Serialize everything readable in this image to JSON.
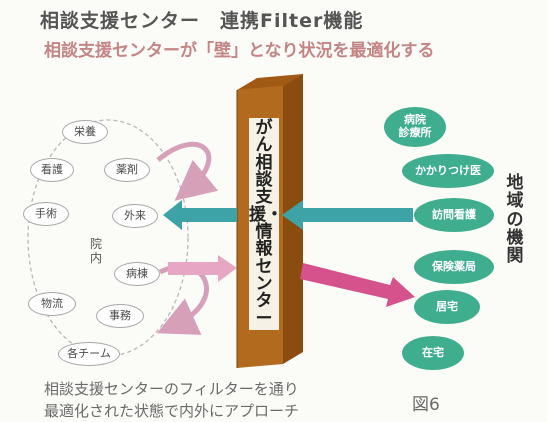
{
  "header": {
    "title": "相談支援センター　連携Filter機能",
    "subtitle": "相談支援センターが「壁」となり状況を最適化する"
  },
  "inside": {
    "label": "院内",
    "nodes": {
      "eiyo": "栄養",
      "kango": "看護",
      "yakuzai": "薬剤",
      "shujutsu": "手術",
      "gairai": "外来",
      "byoto": "病棟",
      "butsuryu": "物流",
      "jimu": "事務",
      "teams": "各チーム"
    }
  },
  "wall": {
    "label": "がん相談支援・情報センター"
  },
  "region": {
    "label": "地域の機関",
    "nodes": {
      "hospital": "病院\n診療所",
      "kakaritsuke": "かかりつけ医",
      "homon": "訪問看護",
      "hoken": "保険薬局",
      "home1": "居宅",
      "home2": "在宅"
    }
  },
  "caption": {
    "line1": "相談支援センターのフィルターを通り",
    "line2": "最適化された状態で内外にアプローチ",
    "figure": "図6"
  },
  "colors": {
    "teal_arrow": "#3ea3a6",
    "pink_arrow": "#d6528c",
    "wall_face": "#b26a1e",
    "green_node": "#3fae8e",
    "subtitle": "#c48585"
  }
}
